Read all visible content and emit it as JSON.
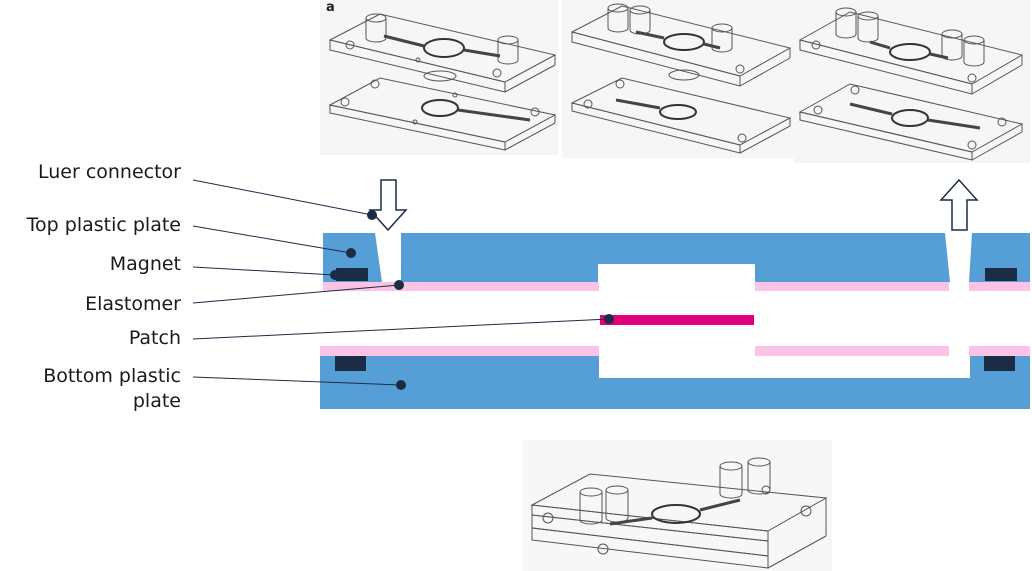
{
  "panel_letter": "a",
  "labels": {
    "luer_connector": "Luer connector",
    "top_plate": "Top plastic plate",
    "magnet": "Magnet",
    "elastomer": "Elastomer",
    "patch": "Patch",
    "bottom_plate": "Bottom plastic\nplate"
  },
  "colors": {
    "plate": "#569fd6",
    "elastomer": "#fbc3e6",
    "patch": "#e0007a",
    "magnet": "#1b2d44",
    "leader": "#1b2d44",
    "drawing": "#555555"
  }
}
